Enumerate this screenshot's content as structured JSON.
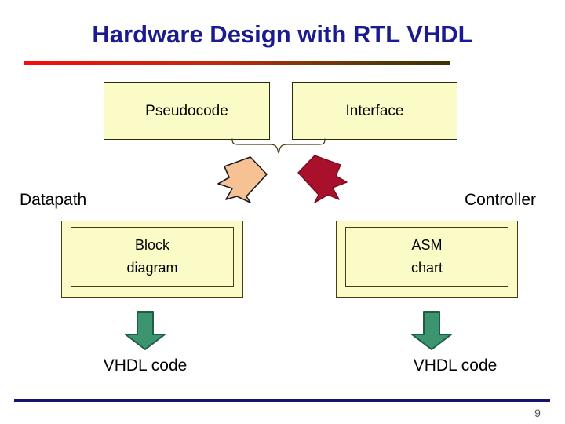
{
  "slide": {
    "title": "Hardware Design with RTL VHDL",
    "page_number": "9",
    "title_color": "#1b1b8f",
    "rule_color_start": "#f60c0c",
    "rule_color_end": "#3d3205",
    "footer_rule_color": "#131370",
    "box_fill": "#fbfbc8",
    "box_border": "#2b2b10"
  },
  "top_boxes": [
    {
      "id": "pseudocode",
      "label": "Pseudocode"
    },
    {
      "id": "interface",
      "label": "Interface"
    }
  ],
  "connectors": {
    "brace": "curly-brace-down",
    "arrow_left": {
      "name": "bent-arrow-down-left",
      "fill": "#f7c293",
      "stroke": "#1a1a1a"
    },
    "arrow_right": {
      "name": "bent-arrow-down-right",
      "fill": "#a8102c",
      "stroke": "#7a0b20"
    }
  },
  "columns": [
    {
      "id": "datapath",
      "section_label": "Datapath",
      "box_line1": "Block",
      "box_line2": "diagram",
      "arrow": {
        "name": "down-arrow",
        "fill": "#3c9470",
        "stroke": "#1f5d45"
      },
      "output_label": "VHDL code"
    },
    {
      "id": "controller",
      "section_label": "Controller",
      "box_line1": "ASM",
      "box_line2": "chart",
      "arrow": {
        "name": "down-arrow",
        "fill": "#3c9470",
        "stroke": "#1f5d45"
      },
      "output_label": "VHDL code"
    }
  ]
}
